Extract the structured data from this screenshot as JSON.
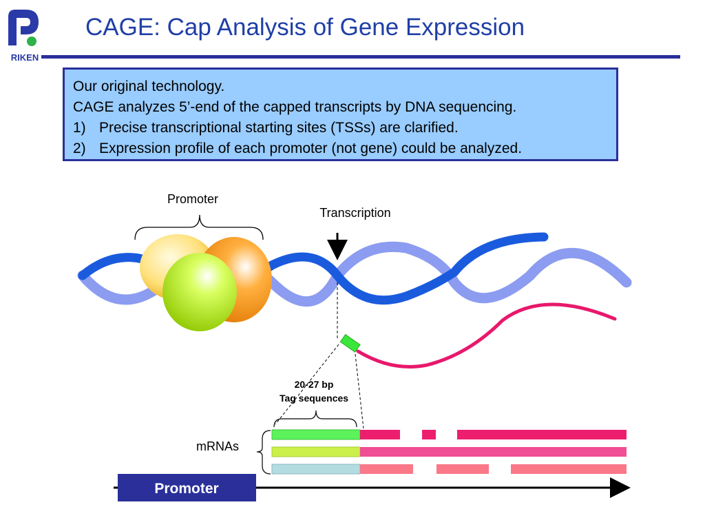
{
  "title": "CAGE: Cap Analysis of Gene Expression",
  "logo_text": "RIKEN",
  "info_box": {
    "line1": "Our original technology.",
    "line2": "CAGE analyzes 5’-end of the capped transcripts by DNA sequencing.",
    "items": [
      {
        "num": "1)",
        "text": "Precise transcriptional starting sites (TSSs) are clarified."
      },
      {
        "num": "2)",
        "text": "Expression profile of each promoter (not gene) could be analyzed."
      }
    ]
  },
  "diagram": {
    "promoter_label": "Promoter",
    "transcription_label": "Transcription",
    "tag_length": "20-27 bp",
    "tag_label": "Tag sequences",
    "mrnas_label": "mRNAs",
    "promoter_box_label": "Promoter"
  },
  "colors": {
    "title": "#1f3fa6",
    "box_fill": "#99ccff",
    "box_border": "#2a2f9a",
    "dna_dark": "#1a5bde",
    "dna_light": "#8c9cf0",
    "mrna": "#e8186c",
    "cap": "#39e639",
    "promoter_box": "#2a2f9a"
  }
}
